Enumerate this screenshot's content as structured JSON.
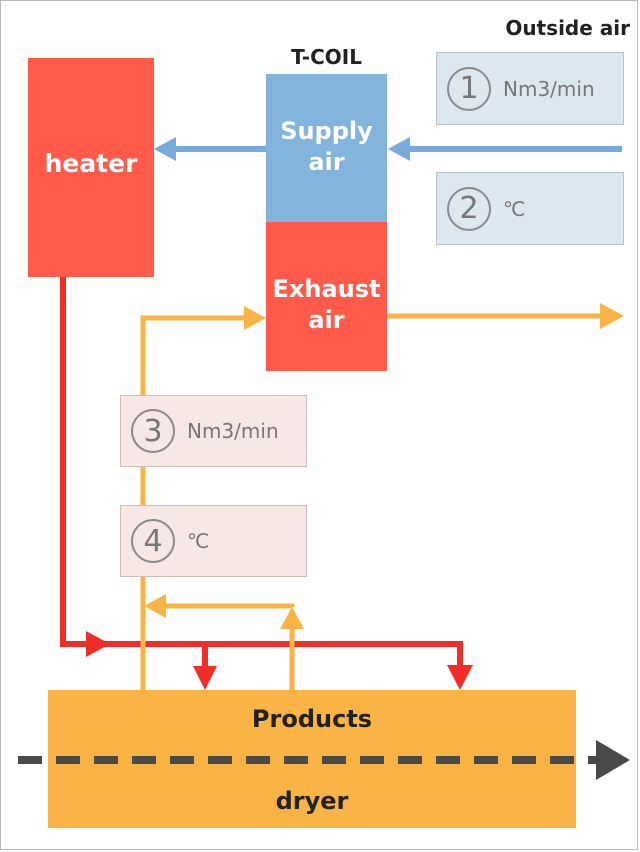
{
  "labels": {
    "outside_air": "Outside air",
    "t_coil": "T-COIL",
    "heater": "heater",
    "supply_air": "Supply air",
    "exhaust_air": "Exhaust air",
    "products": "Products",
    "dryer": "dryer"
  },
  "meters": [
    {
      "number": "1",
      "unit": "Nm3/min"
    },
    {
      "number": "2",
      "unit": "℃"
    },
    {
      "number": "3",
      "unit": "Nm3/min"
    },
    {
      "number": "4",
      "unit": "℃"
    }
  ],
  "colors": {
    "red_box": "#ff5a4a",
    "blue_box": "#82b4dc",
    "orange": "#fab446",
    "red_line": "#f02d28",
    "blue_line": "#78aadc",
    "gray_line": "#4a4a4a",
    "meter_blue_fill": "#dde7f0",
    "meter_pink_fill": "#f7e8e6"
  }
}
